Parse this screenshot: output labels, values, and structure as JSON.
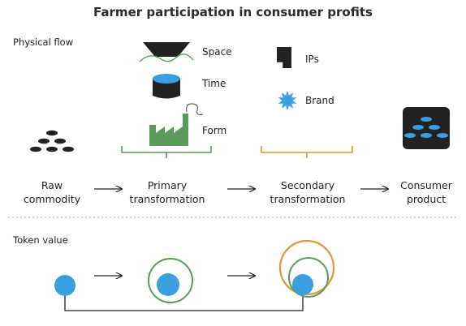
{
  "title": "Farmer participation in consumer profits",
  "sections": {
    "physical": "Physical flow",
    "token": "Token value"
  },
  "stages": [
    {
      "line1": "Raw",
      "line2": "commodity"
    },
    {
      "line1": "Primary",
      "line2": "transformation"
    },
    {
      "line1": "Secondary",
      "line2": "transformation"
    },
    {
      "line1": "Consumer",
      "line2": "product"
    }
  ],
  "primary_features": [
    {
      "label": "Space",
      "icon": "hourglass-funnel-icon"
    },
    {
      "label": "Time",
      "icon": "cylinder-icon"
    },
    {
      "label": "Form",
      "icon": "factory-icon"
    }
  ],
  "secondary_features": [
    {
      "label": "IPs",
      "icon": "document-icon"
    },
    {
      "label": "Brand",
      "icon": "sun-badge-icon"
    }
  ],
  "colors": {
    "blue": "#3a9fe0",
    "green": "#5a9a5a",
    "orange": "#e0963a",
    "dark": "#222222",
    "divider": "#bbbbbb"
  }
}
